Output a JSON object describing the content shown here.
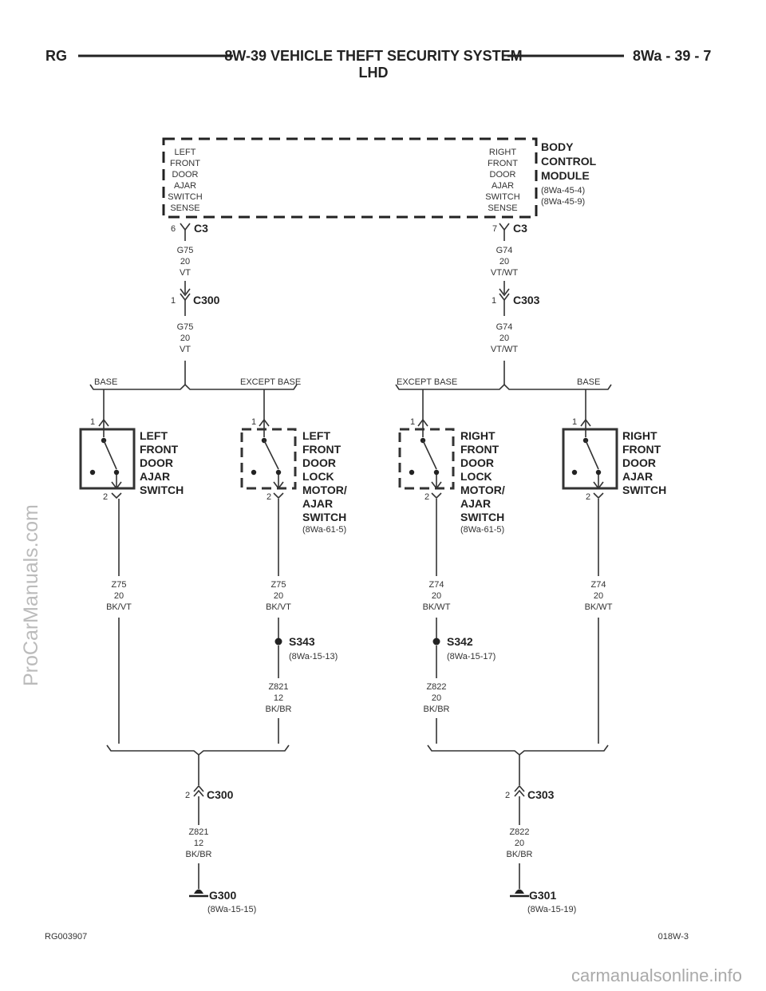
{
  "header": {
    "left": "RG",
    "title": "8W-39 VEHICLE THEFT SECURITY SYSTEM",
    "subtitle": "LHD",
    "right": "8Wa - 39 - 7"
  },
  "bcm": {
    "name_lines": [
      "BODY",
      "CONTROL",
      "MODULE"
    ],
    "refs": [
      "(8Wa-45-4)",
      "(8Wa-45-9)"
    ],
    "left_input": [
      "LEFT",
      "FRONT",
      "DOOR",
      "AJAR",
      "SWITCH",
      "SENSE"
    ],
    "right_input": [
      "RIGHT",
      "FRONT",
      "DOOR",
      "AJAR",
      "SWITCH",
      "SENSE"
    ]
  },
  "connectors": {
    "c3_left": {
      "name": "C3",
      "pin": "6"
    },
    "c3_right": {
      "name": "C3",
      "pin": "7"
    },
    "c300_top": {
      "name": "C300",
      "pin": "1"
    },
    "c303_top": {
      "name": "C303",
      "pin": "1"
    },
    "c300_bottom": {
      "name": "C300",
      "pin": "2"
    },
    "c303_bottom": {
      "name": "C303",
      "pin": "2"
    }
  },
  "wires": {
    "g75_a": [
      "G75",
      "20",
      "VT"
    ],
    "g75_b": [
      "G75",
      "20",
      "VT"
    ],
    "g74_a": [
      "G74",
      "20",
      "VT/WT"
    ],
    "g74_b": [
      "G74",
      "20",
      "VT/WT"
    ],
    "z75_a": [
      "Z75",
      "20",
      "BK/VT"
    ],
    "z75_b": [
      "Z75",
      "20",
      "BK/VT"
    ],
    "z74_a": [
      "Z74",
      "20",
      "BK/WT"
    ],
    "z74_b": [
      "Z74",
      "20",
      "BK/WT"
    ],
    "z821_a": [
      "Z821",
      "12",
      "BK/BR"
    ],
    "z822_a": [
      "Z822",
      "20",
      "BK/BR"
    ],
    "z821_b": [
      "Z821",
      "12",
      "BK/BR"
    ],
    "z822_b": [
      "Z822",
      "20",
      "BK/BR"
    ]
  },
  "branches": {
    "left_base": "BASE",
    "left_except": "EXCEPT BASE",
    "right_except": "EXCEPT BASE",
    "right_base": "BASE"
  },
  "switches": {
    "lf_ajar": {
      "lines": [
        "LEFT",
        "FRONT",
        "DOOR",
        "AJAR",
        "SWITCH"
      ],
      "pin_top": "1",
      "pin_bottom": "2"
    },
    "lf_lock": {
      "lines": [
        "LEFT",
        "FRONT",
        "DOOR",
        "LOCK",
        "MOTOR/",
        "AJAR",
        "SWITCH"
      ],
      "ref": "(8Wa-61-5)",
      "pin_top": "1",
      "pin_bottom": "2"
    },
    "rf_lock": {
      "lines": [
        "RIGHT",
        "FRONT",
        "DOOR",
        "LOCK",
        "MOTOR/",
        "AJAR",
        "SWITCH"
      ],
      "ref": "(8Wa-61-5)",
      "pin_top": "1",
      "pin_bottom": "2"
    },
    "rf_ajar": {
      "lines": [
        "RIGHT",
        "FRONT",
        "DOOR",
        "AJAR",
        "SWITCH"
      ],
      "pin_top": "1",
      "pin_bottom": "2"
    }
  },
  "splices": {
    "s343": {
      "name": "S343",
      "ref": "(8Wa-15-13)"
    },
    "s342": {
      "name": "S342",
      "ref": "(8Wa-15-17)"
    }
  },
  "grounds": {
    "g300": {
      "name": "G300",
      "ref": "(8Wa-15-15)"
    },
    "g301": {
      "name": "G301",
      "ref": "(8Wa-15-19)"
    }
  },
  "footer": {
    "left": "RG003907",
    "right": "018W-3"
  },
  "watermarks": {
    "side": "ProCarManuals.com",
    "bottom": "carmanualsonline.info"
  }
}
